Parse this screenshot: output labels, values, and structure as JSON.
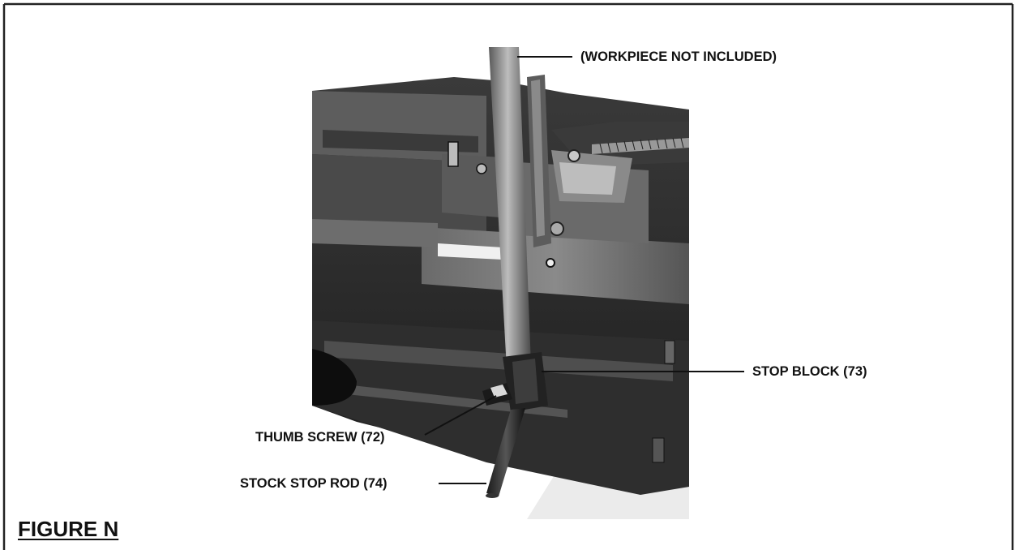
{
  "figure": {
    "caption": "FIGURE N",
    "photo_alt": "photo-band-saw-stock-stop",
    "callouts": {
      "workpiece": "(WORKPIECE NOT INCLUDED)",
      "stop_block": "STOP BLOCK (73)",
      "thumb_screw": "THUMB SCREW (72)",
      "stock_stop_rod": "STOCK STOP ROD (74)"
    }
  },
  "colors": {
    "frame": "#222222",
    "photo_dark": "#2a2a2a",
    "photo_mid": "#5a5a5a",
    "photo_light": "#b8b8b8"
  }
}
